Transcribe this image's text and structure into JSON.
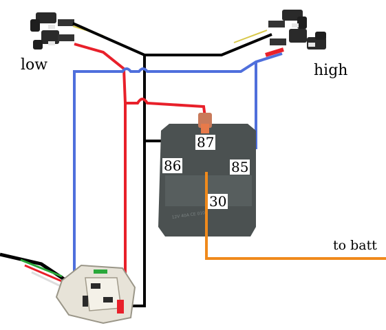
{
  "labels": {
    "low": "low",
    "high": "high",
    "to_batt": "to batt"
  },
  "relay": {
    "pin_87": "87",
    "pin_86": "86",
    "pin_85": "85",
    "pin_30": "30"
  },
  "colors": {
    "wire_black": "#000000",
    "wire_red": "#e8202a",
    "wire_blue": "#4f6fdc",
    "wire_orange": "#f08a1c",
    "relay_body": "#4b5151",
    "connector_body": "#2a2a2a"
  }
}
